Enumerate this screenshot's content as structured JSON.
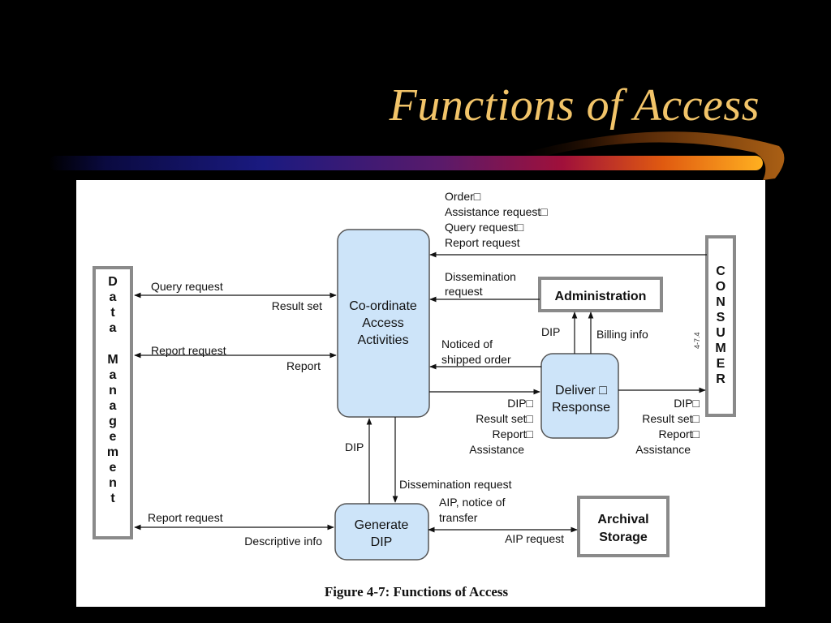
{
  "slide": {
    "title": "Functions of Access"
  },
  "diagram": {
    "entities": {
      "data_management": [
        "D",
        "a",
        "t",
        "a",
        "",
        "M",
        "a",
        "n",
        "a",
        "g",
        "e",
        "m",
        "e",
        "n",
        "t"
      ],
      "consumer": [
        "C",
        "O",
        "N",
        "S",
        "U",
        "M",
        "E",
        "R"
      ],
      "administration": "Administration",
      "archival_storage": [
        "Archival",
        "Storage"
      ]
    },
    "processes": {
      "coordinate": [
        "Co-ordinate",
        "Access",
        "Activities"
      ],
      "deliver": [
        "Deliver □",
        "Response"
      ],
      "generate": [
        "Generate",
        "DIP"
      ]
    },
    "flows": {
      "consumer_requests": [
        "Order□",
        "Assistance request□",
        "Query request□",
        "Report request"
      ],
      "dissemination_request_admin": [
        "Dissemination",
        "request"
      ],
      "query_request": "Query request",
      "result_set": "Result set",
      "report_request_dm": "Report request",
      "report": "Report",
      "noticed_shipped": [
        "Noticed of",
        "shipped order"
      ],
      "dip_admin": "DIP",
      "billing_info": "Billing info",
      "to_deliver": [
        "DIP□",
        "Result set□",
        "Report□",
        "Assistance"
      ],
      "to_consumer": [
        "DIP□",
        "Result set□",
        "Report□",
        "Assistance"
      ],
      "dip_up": "DIP",
      "dissemination_request_gen": "Dissemination request",
      "aip_notice": [
        "AIP, notice of",
        "transfer"
      ],
      "aip_request": "AIP request",
      "report_request_gen": "Report request",
      "descriptive_info": "Descriptive info",
      "figure_id": "4-7.4"
    },
    "caption": "Figure 4-7:  Functions of Access"
  },
  "colors": {
    "process_fill": "#cde4f9",
    "title_color": "#f2c469",
    "entity_border": "#8a8a8a"
  }
}
